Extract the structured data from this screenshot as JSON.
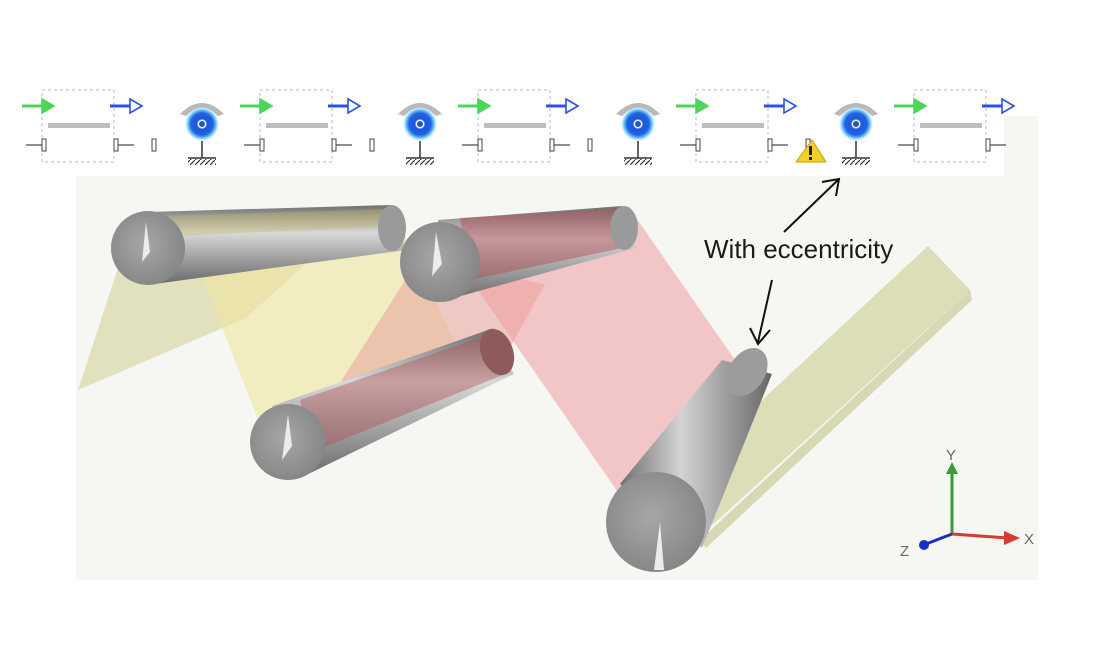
{
  "annotation": {
    "text": "With eccentricity"
  },
  "axes": {
    "x_label": "X",
    "y_label": "Y",
    "z_label": "Z"
  },
  "strip": {
    "unit_count": 5,
    "warning_icon": "warning-icon"
  },
  "colors": {
    "arrow_green": "#4fd65a",
    "arrow_blue": "#2a53e6",
    "roller_blue": "#1f63e0",
    "web_yellow": "#e9e29a",
    "web_red": "#e8898c",
    "web_olive": "#cfd49a",
    "cylinder_gray": "#8f8f8f"
  }
}
